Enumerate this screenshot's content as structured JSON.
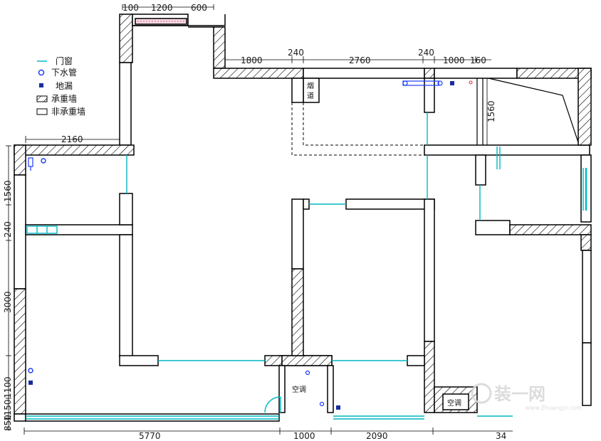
{
  "legend": {
    "door_window": "门窗",
    "drain_pipe": "下水管",
    "floor_drain": "地漏",
    "load_bearing_wall": "承重墙",
    "non_load_bearing_wall": "非承重墙"
  },
  "dimensions": {
    "top": {
      "a": "100",
      "b": "1200",
      "c": "600"
    },
    "upper_row": {
      "a": "1800",
      "b": "240",
      "c": "2760",
      "d": "240",
      "e": "1000",
      "f": "160"
    },
    "left_top": "2160",
    "right_vertical": "1560",
    "left_vertical": {
      "a": "1560",
      "b": "240",
      "c": "3000",
      "d": "1100",
      "e": "1150",
      "f": "850"
    },
    "bottom": {
      "a": "5770",
      "b": "1000",
      "c": "2090",
      "d": "34"
    }
  },
  "labels": {
    "flue_1": "烟",
    "flue_2": "道",
    "aircon": "空调",
    "aircon_2": "空调"
  },
  "watermark": {
    "brand": "装一网",
    "url": "www.Zhuangyi.com"
  },
  "colors": {
    "wall": "#000000",
    "door_window": "#00b7c3",
    "drain": "#1a3cff",
    "floor_drain": "#1a2d9f",
    "dimension_text": "#1a1a1a",
    "hatch_fill": "#d98aa8"
  }
}
